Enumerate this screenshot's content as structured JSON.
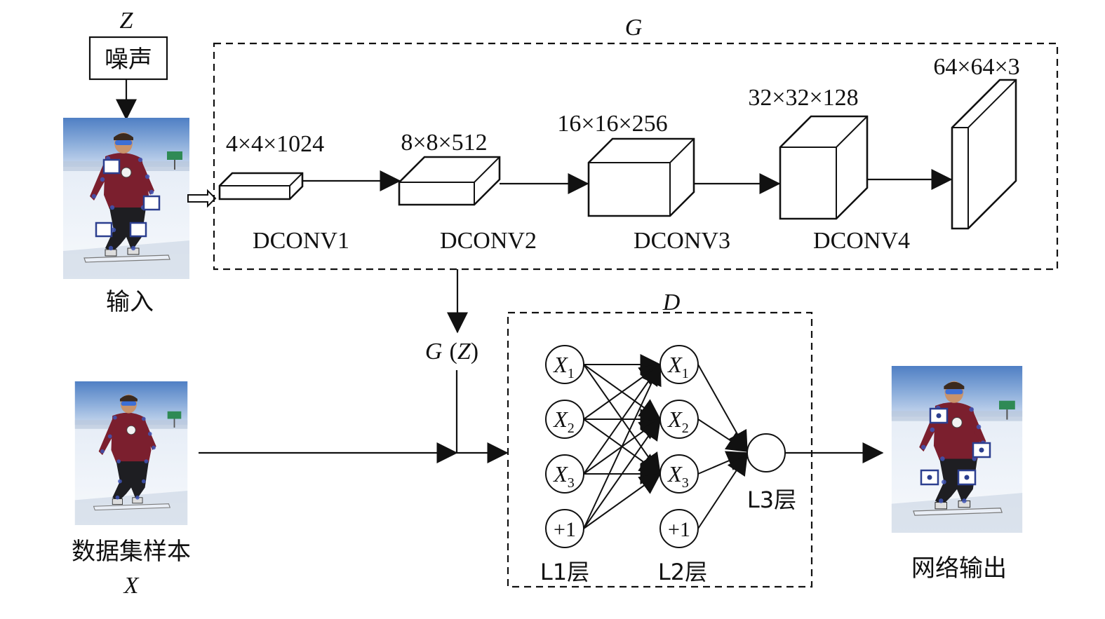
{
  "noise": {
    "var": "Z",
    "label": "噪声"
  },
  "generator": {
    "var": "G"
  },
  "discriminator": {
    "var": "D"
  },
  "input_caption": "输入",
  "dataset": {
    "caption": "数据集样本",
    "var": "X"
  },
  "gz_label": {
    "g": "G",
    "z": "Z"
  },
  "output_caption": "网络输出",
  "layers": [
    {
      "dims": "4×4×1024",
      "name": "DCONV1"
    },
    {
      "dims": "8×8×512",
      "name": "DCONV2"
    },
    {
      "dims": "16×16×256",
      "name": "DCONV3"
    },
    {
      "dims": "32×32×128",
      "name": "DCONV4"
    },
    {
      "dims": "64×64×3",
      "name": ""
    }
  ],
  "nn": {
    "l1_nodes": [
      {
        "base": "X",
        "sub": "1"
      },
      {
        "base": "X",
        "sub": "2"
      },
      {
        "base": "X",
        "sub": "3"
      },
      {
        "base": "+1",
        "sub": ""
      }
    ],
    "l2_nodes": [
      {
        "base": "X",
        "sub": "1"
      },
      {
        "base": "X",
        "sub": "2"
      },
      {
        "base": "X",
        "sub": "3"
      },
      {
        "base": "+1",
        "sub": ""
      }
    ],
    "l1_label": "L1层",
    "l2_label": "L2层",
    "l3_label": "L3层"
  },
  "colors": {
    "line": "#111111",
    "keypoint": "#2c3f8f",
    "sky": "#5a86c9",
    "snow": "#eef2f8",
    "jacket": "#7b1f2e"
  }
}
